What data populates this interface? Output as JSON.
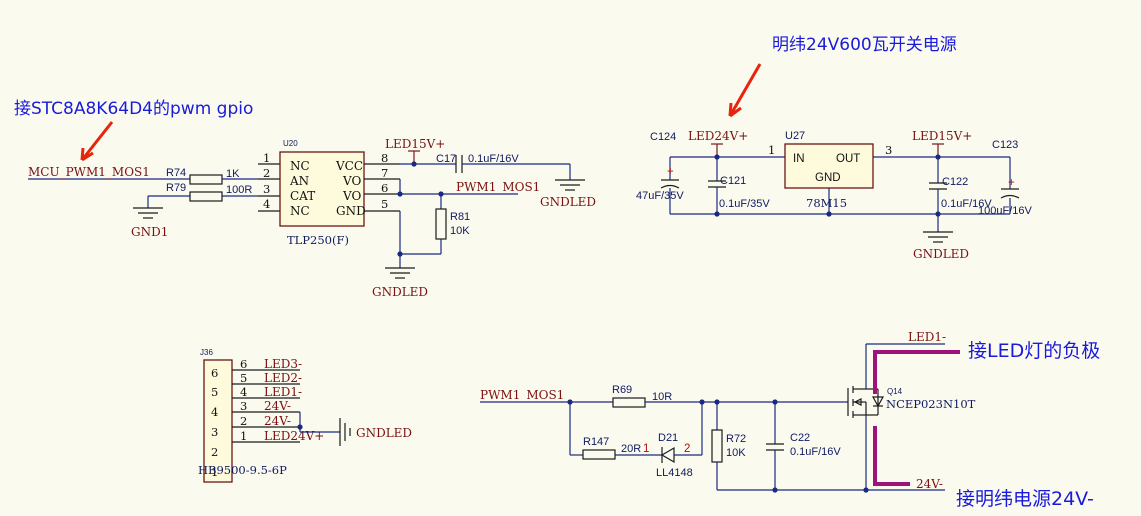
{
  "annotations": {
    "mcu_note": "接STC8A8K64D4的pwm gpio",
    "psu_note": "明纬24V600瓦开关电源",
    "led_note": "接LED灯的负极",
    "psu_minus_note": "接明纬电源24V-"
  },
  "optocoupler": {
    "ref": "U20",
    "part": "TLP250(F)",
    "pins_left": [
      "NC",
      "AN",
      "CAT",
      "NC"
    ],
    "pins_right": [
      "VCC",
      "VO",
      "VO",
      "GND"
    ],
    "nums_left": [
      "1",
      "2",
      "3",
      "4"
    ],
    "nums_right": [
      "8",
      "7",
      "6",
      "5"
    ]
  },
  "top_left_parts": {
    "r74_ref": "R74",
    "r74_val": "1K",
    "r79_ref": "R79",
    "r79_val": "100R",
    "c17_ref": "C17",
    "c17_val": "0.1uF/16V",
    "r81_ref": "R81",
    "r81_val": "10K"
  },
  "regulator": {
    "ref": "U27",
    "part": "78M15",
    "in": "IN",
    "out": "OUT",
    "gnd": "GND",
    "pin_in": "1",
    "pin_out": "3",
    "c124_ref": "C124",
    "c124_val": "47uF/35V",
    "c121_ref": "C121",
    "c121_val": "0.1uF/35V",
    "c122_ref": "C122",
    "c122_val": "0.1uF/16V",
    "c123_ref": "C123",
    "c123_val": "100uF/16V",
    "plus": "+"
  },
  "connector": {
    "ref": "J36",
    "part": "HB9500-9.5-6P",
    "pins": [
      "6",
      "5",
      "4",
      "3",
      "2",
      "1"
    ],
    "outer_nums": [
      "6",
      "5",
      "4",
      "3",
      "2",
      "1"
    ],
    "nets": [
      "LED3-",
      "LED2-",
      "LED1-",
      "24V-",
      "24V-",
      "LED24V+"
    ]
  },
  "driver": {
    "r69_ref": "R69",
    "r69_val": "10R",
    "r147_ref": "R147",
    "r147_val": "20R",
    "d21_ref": "D21",
    "d21_part": "LL4148",
    "d21_pin1": "1",
    "d21_pin2": "2",
    "r72_ref": "R72",
    "r72_val": "10K",
    "c22_ref": "C22",
    "c22_val": "0.1uF/16V",
    "q14_ref": "Q14",
    "q14_part": "NCEP023N10T"
  },
  "nets": {
    "mcu_pwm": "MCU_PWM1_MOS1",
    "gnd1": "GND1",
    "gndled": "GNDLED",
    "led15v": "LED15V+",
    "pwm1": "PWM1_MOS1",
    "led24v": "LED24V+",
    "led1": "LED1-",
    "v24m": "24V-"
  }
}
